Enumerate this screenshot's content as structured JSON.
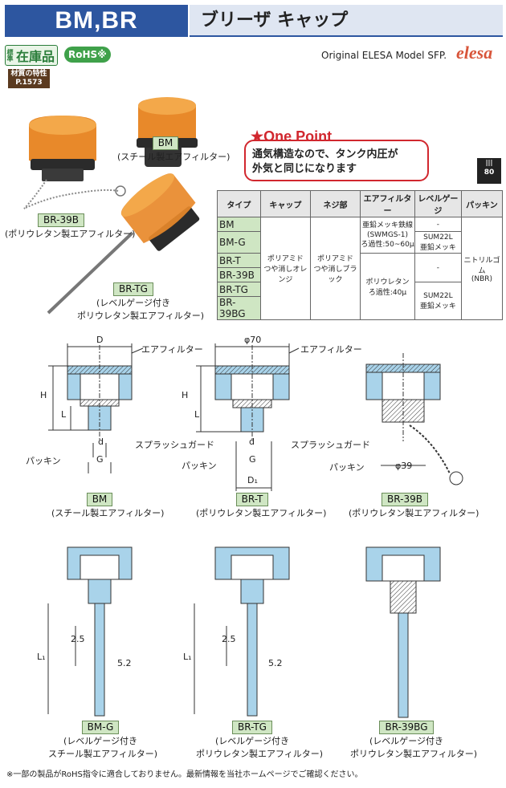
{
  "header": {
    "model": "BM,BR",
    "title": "ブリーザ キャップ"
  },
  "badges": {
    "stock_small": "標準",
    "stock": "在庫品",
    "rohs": "RoHS※",
    "material_1": "材質の特性",
    "material_2": "P.1573"
  },
  "brand": {
    "original": "Original ELESA Model SFP.",
    "logo": "elesa"
  },
  "photos": {
    "bm_model": "BM",
    "bm_desc": "(スチール製エアフィルター)",
    "br39b_model": "BR-39B",
    "br39b_desc": "(ポリウレタン製エアフィルター)",
    "brtg_model": "BR-TG",
    "brtg_desc_1": "(レベルゲージ付き",
    "brtg_desc_2": "ポリウレタン製エアフィルター)"
  },
  "one_point": {
    "title": "★One Point",
    "line1": "通気構造なので、タンク内圧が",
    "line2": "外気と同じになります"
  },
  "icon_80": "80",
  "table": {
    "headers": [
      "タイプ",
      "キャップ",
      "ネジ部",
      "エアフィルター",
      "レベルゲージ",
      "パッキン"
    ],
    "types": [
      "BM",
      "BM-G",
      "BR-T",
      "BR-39B",
      "BR-TG",
      "BR-39BG"
    ],
    "cap": [
      "ポリアミド",
      "つや消しオレンジ"
    ],
    "thread": [
      "ポリアミド",
      "つや消しブラック"
    ],
    "filter_steel": [
      "亜鉛メッキ鉄線",
      "(SWMGS-1)",
      "ろ過性:50~60μ"
    ],
    "filter_pu": [
      "ポリウレタン",
      "ろ過性:40μ"
    ],
    "gauge_none": "-",
    "gauge_sum": [
      "SUM22L",
      "亜鉛メッキ"
    ],
    "packing": [
      "ニトリルゴム",
      "(NBR)"
    ]
  },
  "drawings": {
    "d": "D",
    "phi70": "φ70",
    "phi39": "φ39",
    "air_filter": "エアフィルター",
    "splash_guard": "スプラッシュガード",
    "packing": "パッキン",
    "h": "H",
    "h1": "H",
    "l": "L",
    "d_small": "d",
    "g": "G",
    "d1": "D₁",
    "l1": "L₁",
    "v25": "2.5",
    "v52": "5.2",
    "bm_model": "BM",
    "bm_desc": "(スチール製エアフィルター)",
    "brt_model": "BR-T",
    "brt_desc": "(ポリウレタン製エアフィルター)",
    "br39b_model": "BR-39B",
    "br39b_desc": "(ポリウレタン製エアフィルター)",
    "bmg_model": "BM-G",
    "bmg_desc_1": "(レベルゲージ付き",
    "bmg_desc_2": "スチール製エアフィルター)",
    "brtg_model": "BR-TG",
    "brtg_desc_1": "(レベルゲージ付き",
    "brtg_desc_2": "ポリウレタン製エアフィルター)",
    "br39bg_model": "BR-39BG",
    "br39bg_desc_1": "(レベルゲージ付き",
    "br39bg_desc_2": "ポリウレタン製エアフィルター)"
  },
  "footnote": "※一部の製品がRoHS指令に適合しておりません。最新情報を当社ホームページでご確認ください。",
  "colors": {
    "header_blue": "#2d56a0",
    "cap_orange": "#e8892a",
    "drawing_blue": "#a9d3ea",
    "accent_red": "#d1272e",
    "model_green": "#cfe6c3"
  }
}
